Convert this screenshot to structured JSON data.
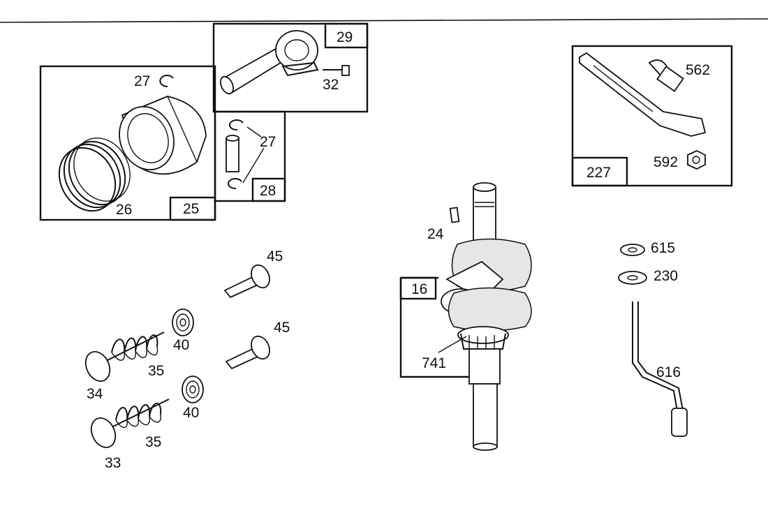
{
  "diagram": {
    "assemblies": [
      {
        "id": "piston-assembly",
        "number": "25"
      },
      {
        "id": "connecting-rod-assembly",
        "number": "29"
      },
      {
        "id": "piston-pin-kit",
        "number": "28"
      },
      {
        "id": "governor-lever-kit",
        "number": "227"
      },
      {
        "id": "crankshaft-assembly",
        "number": "16"
      }
    ],
    "callouts": {
      "retainer_top": "27",
      "retainer_kit": "27",
      "ring_set": "26",
      "rod_bolt": "32",
      "screw_562": "562",
      "nut_592": "592",
      "key_24": "24",
      "gear_741": "741",
      "washer_615": "615",
      "washer_230": "230",
      "link_616": "616",
      "tappet_upper": "45",
      "tappet_lower": "45",
      "retainer_upper": "40",
      "retainer_lower": "40",
      "spring_upper": "35",
      "spring_lower": "35",
      "exhaust_valve": "34",
      "intake_valve": "33"
    }
  }
}
